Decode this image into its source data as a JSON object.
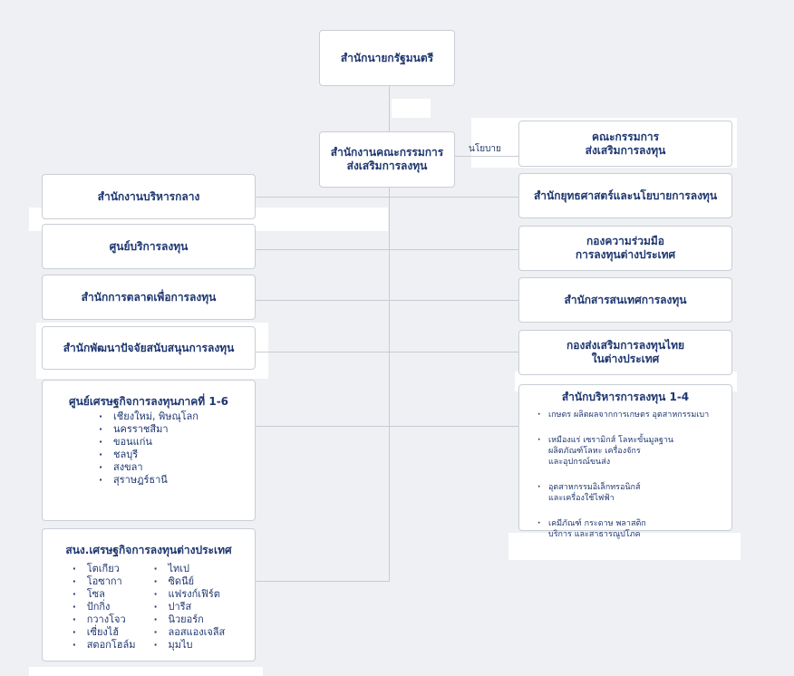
{
  "chart": {
    "nodes": {
      "pmo": "สำนักนายกรัฐมนตรี",
      "boi_office": [
        "สำนักงานคณะกรรมการ",
        "ส่งเสริมการลงทุน"
      ],
      "boi_board": [
        "คณะกรรมการ",
        "ส่งเสริมการลงทุน"
      ],
      "policy_label": "นโยบาย",
      "central_admin": "สำนักงานบริหารกลาง",
      "investment_service_center": "ศูนย์บริการลงทุน",
      "investment_marketing": "สำนักการตลาดเพื่อการลงทุน",
      "investment_support_dev": "สำนักพัฒนาปัจจัยสนับสนุนการลงทุน",
      "strategy_policy": "สำนักยุทธศาสตร์และนโยบายการลงทุน",
      "intl_cooperation": [
        "กองความร่วมมือ",
        "การลงทุนต่างประเทศ"
      ],
      "info_technology": "สำนักสารสนเทศการลงทุน",
      "thai_overseas": [
        "กองส่งเสริมการลงทุนไทย",
        "ในต่างประเทศ"
      ]
    },
    "regional": {
      "title": "ศูนย์เศรษฐกิจการลงทุนภาคที่ 1-6",
      "items": [
        "เชียงใหม่, พิษณุโลก",
        "นครราชสีมา",
        "ขอนแก่น",
        "ชลบุรี",
        "สงขลา",
        "สุราษฎร์ธานี"
      ]
    },
    "admin_1_4": {
      "title": "สำนักบริหารการลงทุน 1-4",
      "items": [
        [
          "เกษตร ผลิตผลจากการเกษตร อุตสาหกรรมเบา"
        ],
        [
          "เหมืองแร่ เซรามิกส์ โลหะขั้นมูลฐาน",
          "ผลิตภัณฑ์โลหะ เครื่องจักร",
          "และอุปกรณ์ขนส่ง"
        ],
        [
          "อุตสาหกรรมอิเล็กทรอนิกส์",
          "และเครื่องใช้ไฟฟ้า"
        ],
        [
          "เคมีภัณฑ์ กระดาษ พลาสติก",
          "บริการ และสาธารณูปโภค"
        ]
      ]
    },
    "overseas": {
      "title": "สนง.เศรษฐกิจการลงทุนต่างประเทศ",
      "left": [
        "โตเกียว",
        "โอซากา",
        "โซล",
        "ปักกิ่ง",
        "กวางโจว",
        "เซี่ยงไฮ้",
        "สตอกโฮล์ม"
      ],
      "right": [
        "ไทเป",
        "ซิดนีย์",
        "แฟรงก์เฟิร์ต",
        "ปารีส",
        "นิวยอร์ก",
        "ลอสแองเจลีส",
        "มุมไบ"
      ]
    }
  }
}
